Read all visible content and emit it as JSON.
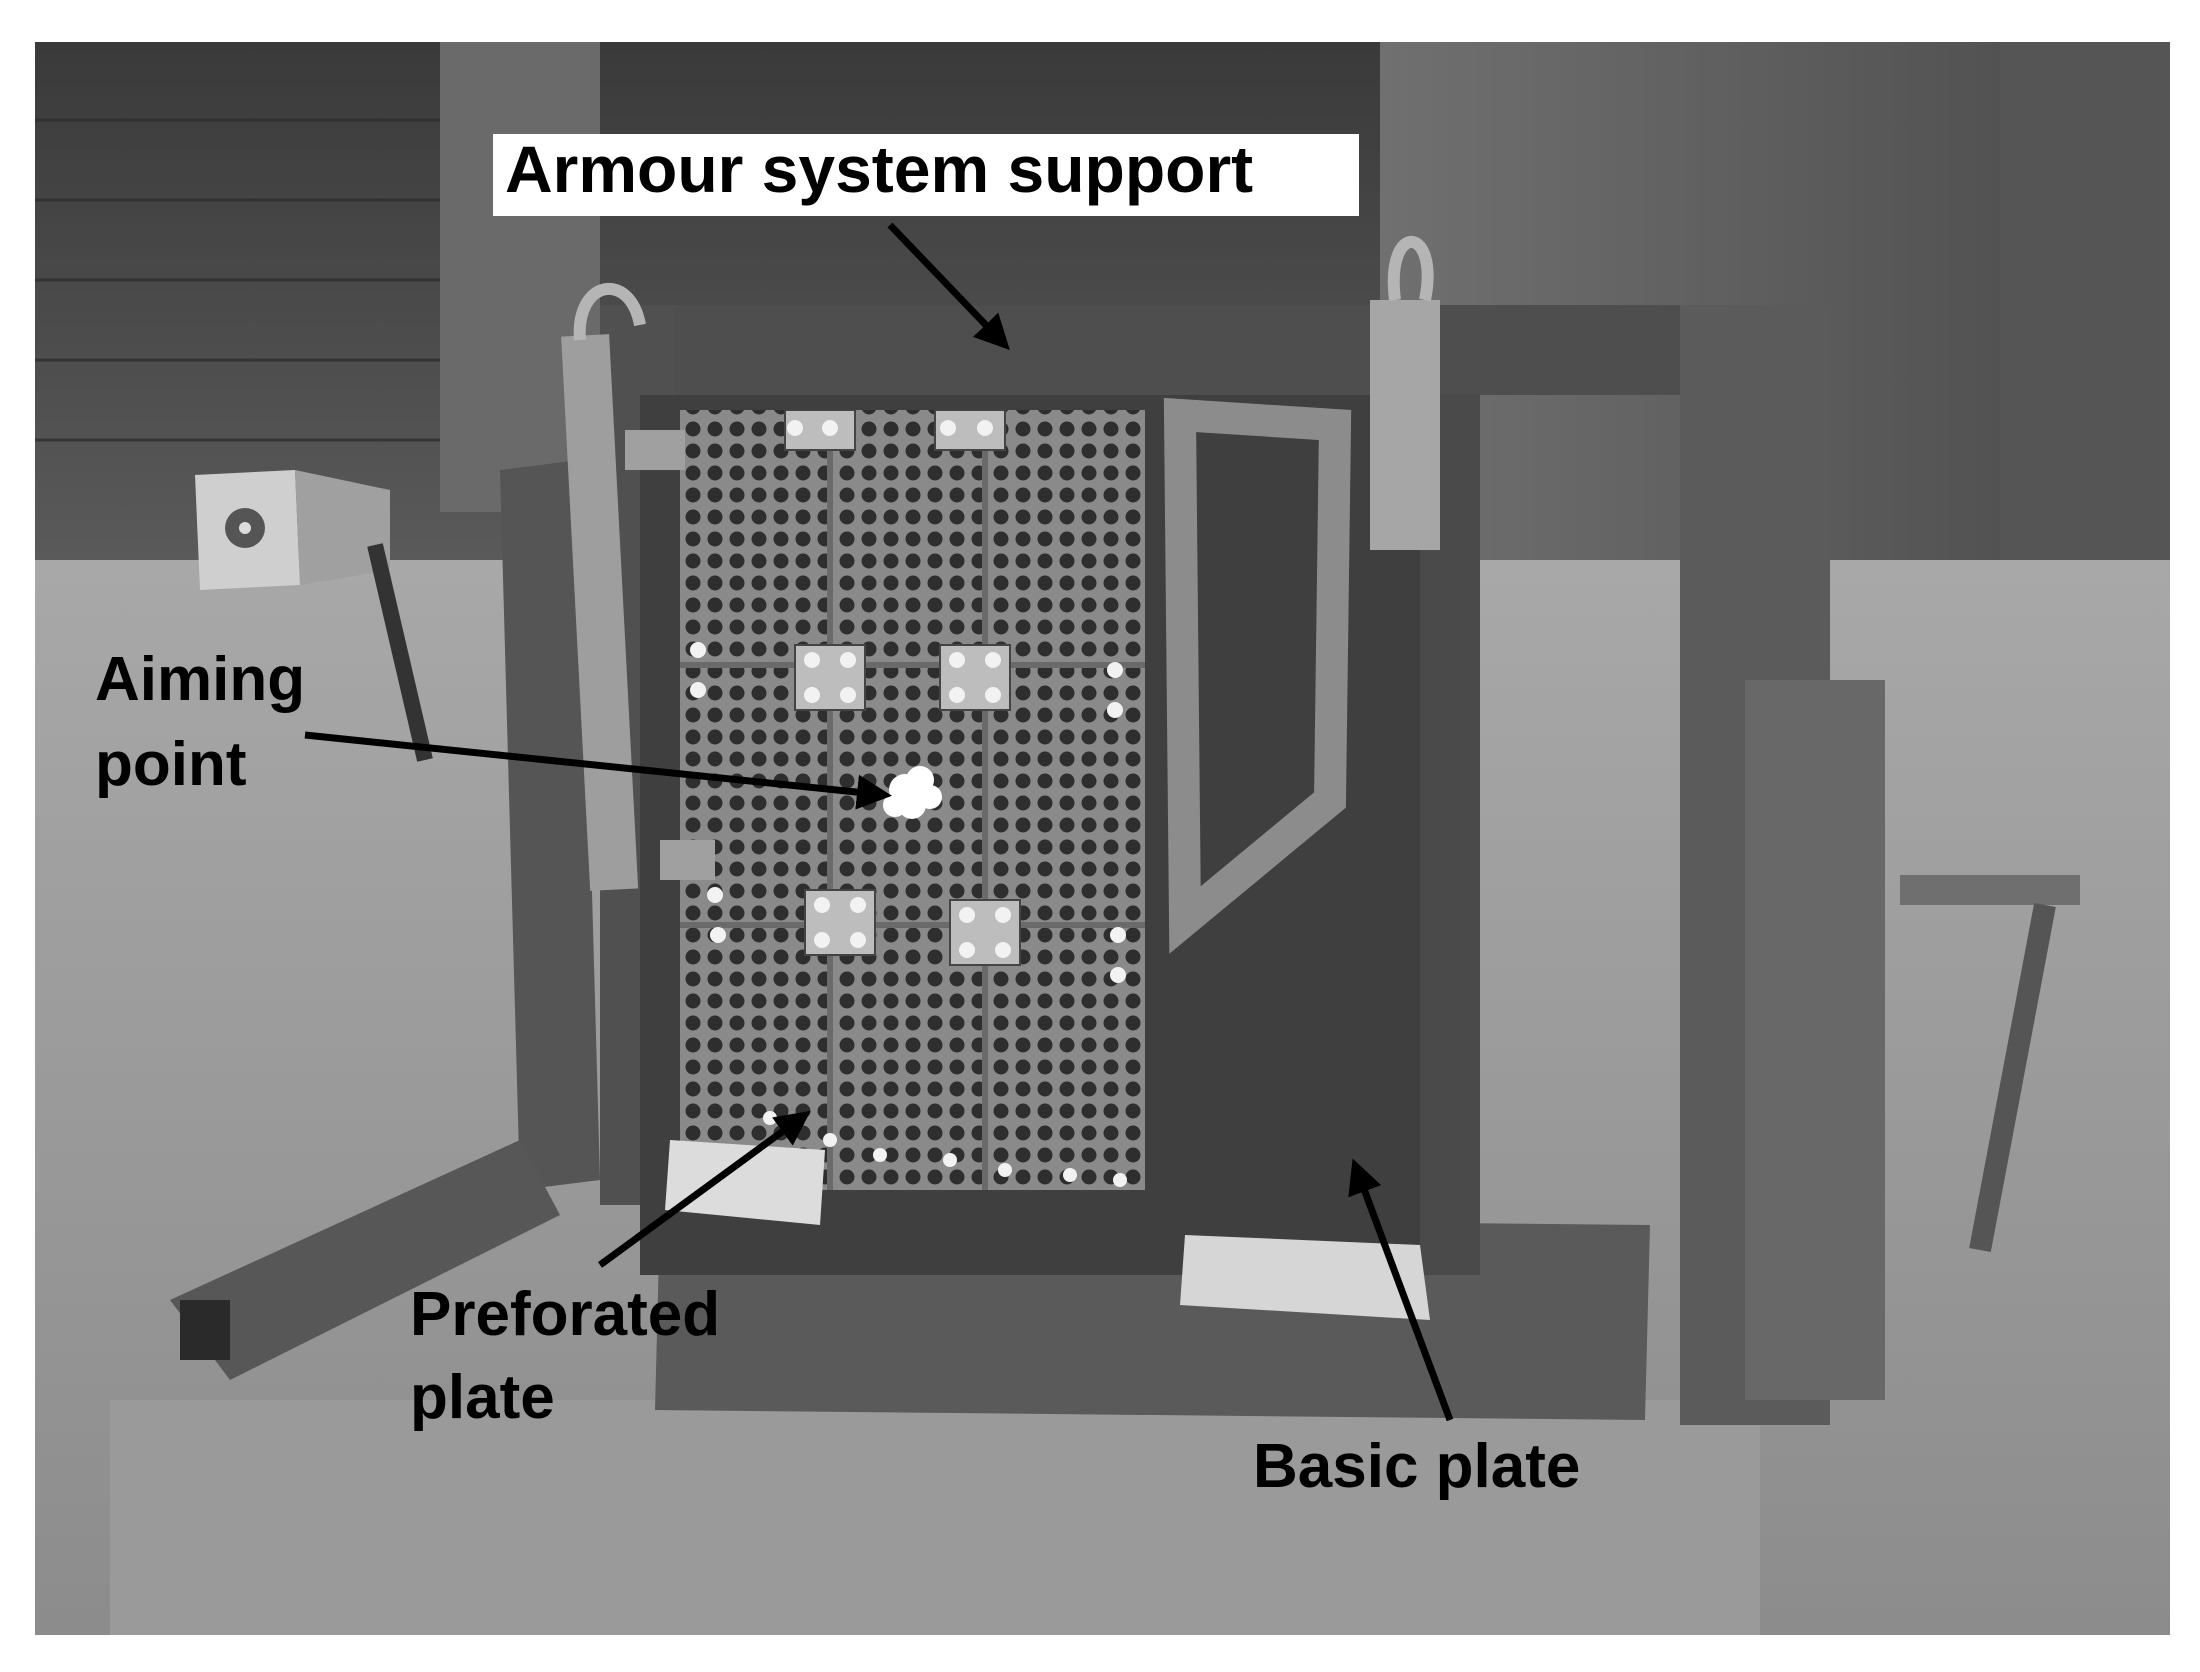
{
  "labels": {
    "armour_support": "Armour system support",
    "aiming_point_line1": "Aiming",
    "aiming_point_line2": "point",
    "perforated_line1": "Preforated",
    "perforated_line2": "plate",
    "basic_plate": "Basic plate"
  },
  "colors": {
    "label_text": "#000000",
    "label_background": "#ffffff",
    "arrow": "#000000"
  }
}
